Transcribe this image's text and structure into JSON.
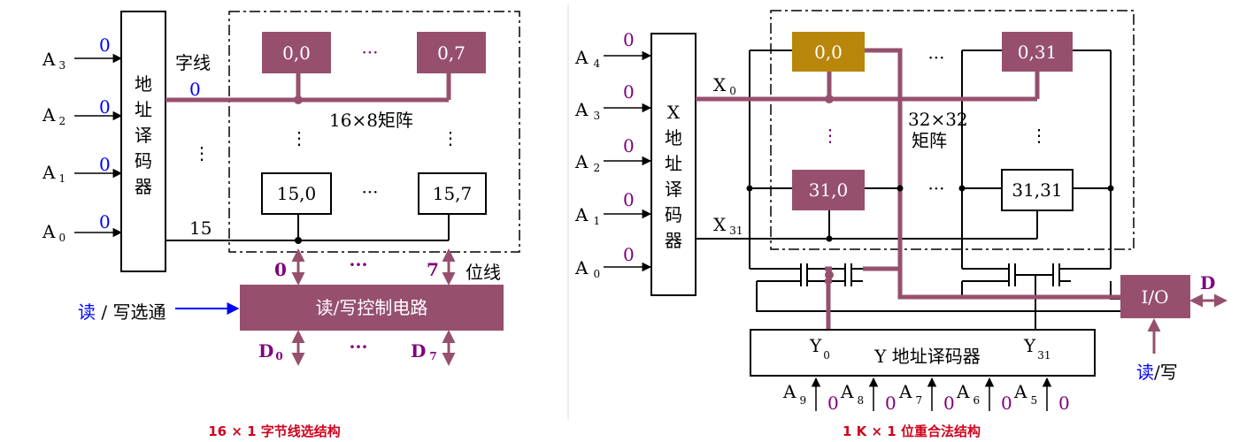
{
  "left": {
    "caption": "16 × 1 字节线选结构",
    "addr_inputs": [
      {
        "name": "A",
        "sub": "3",
        "value": "0"
      },
      {
        "name": "A",
        "sub": "2",
        "value": "0"
      },
      {
        "name": "A",
        "sub": "1",
        "value": "0"
      },
      {
        "name": "A",
        "sub": "0",
        "value": "0"
      }
    ],
    "decoder_chars": [
      "地",
      "址",
      "译",
      "码",
      "器"
    ],
    "word_line_label": "字线",
    "word0": "0",
    "word15": "15",
    "decoder_dots": "⋮",
    "cells_top": [
      "0,0",
      "0,7"
    ],
    "cells_bottom": [
      "15,0",
      "15,7"
    ],
    "hdots": "···",
    "vdots": "⋮",
    "matrix_label": "16×8矩阵",
    "bit_line_label": "位线",
    "bit0": "0",
    "bit7": "7",
    "control_label": "读/写控制电路",
    "select_read": "读",
    "select_rest": " / 写选通",
    "data_out": [
      {
        "name": "D",
        "sub": "0"
      },
      {
        "name": "D",
        "sub": "7"
      }
    ]
  },
  "right": {
    "caption": "1 K × 1 位重合法结构",
    "addr_inputs": [
      {
        "name": "A",
        "sub": "4",
        "value": "0"
      },
      {
        "name": "A",
        "sub": "3",
        "value": "0"
      },
      {
        "name": "A",
        "sub": "2",
        "value": "0"
      },
      {
        "name": "A",
        "sub": "1",
        "value": "0"
      },
      {
        "name": "A",
        "sub": "0",
        "value": "0"
      }
    ],
    "x_decoder_chars": [
      "X",
      "地",
      "址",
      "译",
      "码",
      "器"
    ],
    "x0": {
      "name": "X",
      "sub": "0"
    },
    "x31": {
      "name": "X",
      "sub": "31"
    },
    "cells_top": [
      "0,0",
      "0,31"
    ],
    "cells_bottom": [
      "31,0",
      "31,31"
    ],
    "matrix_label_1": "32×32",
    "matrix_label_2": "矩阵",
    "hdots": "···",
    "vdots": "⋮",
    "io_label": "I/O",
    "d_label": "D",
    "rw_read": "读",
    "rw_rest": "/写",
    "y_decoder_label": "Y 地址译码器",
    "y0": {
      "name": "Y",
      "sub": "0"
    },
    "y31": {
      "name": "Y",
      "sub": "31"
    },
    "y_inputs": [
      {
        "name": "A",
        "sub": "9",
        "value": "0"
      },
      {
        "name": "A",
        "sub": "8",
        "value": "0"
      },
      {
        "name": "A",
        "sub": "7",
        "value": "0"
      },
      {
        "name": "A",
        "sub": "6",
        "value": "0"
      },
      {
        "name": "A",
        "sub": "5",
        "value": "0"
      }
    ]
  },
  "colors": {
    "purple_fill": "#96506e",
    "gold_fill": "#b8860b",
    "blue_text": "#0000ff",
    "purple_text": "#800080",
    "caption_red": "#d0021b"
  }
}
